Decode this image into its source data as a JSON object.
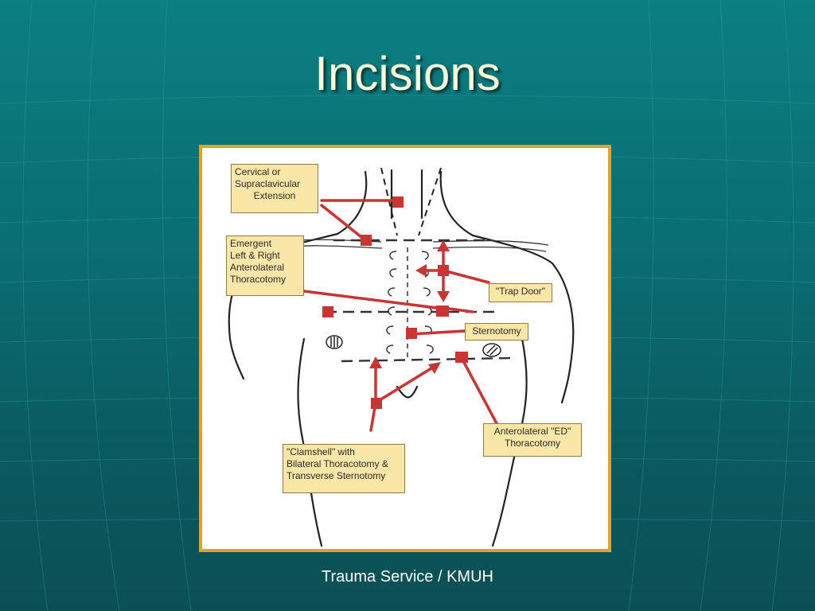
{
  "slide": {
    "title": "Incisions",
    "footer": "Trauma Service / KMUH"
  },
  "colors": {
    "background_top": "#0b7f82",
    "background_bottom": "#0b4f55",
    "title": "#fffbd6",
    "frame_border": "#e0a323",
    "callout_fill": "#fae6a6",
    "marker_red": "#cc3333"
  },
  "diagram": {
    "callouts": {
      "cervical": [
        "Cervical   or",
        "Supraclavicular",
        "Extension"
      ],
      "emergent": [
        "Emergent",
        "Left & Right",
        "Anterolateral",
        "Thoracotomy"
      ],
      "trap_door": [
        "\"Trap Door\""
      ],
      "sternotomy": [
        "Sternotomy"
      ],
      "anterolateral_ed": [
        "Anterolateral \"ED\"",
        "Thoracotomy"
      ],
      "clamshell": [
        "\"Clamshell\"  with",
        "Bilateral Thoracotomy &",
        "Transverse Sternotomy"
      ]
    }
  }
}
